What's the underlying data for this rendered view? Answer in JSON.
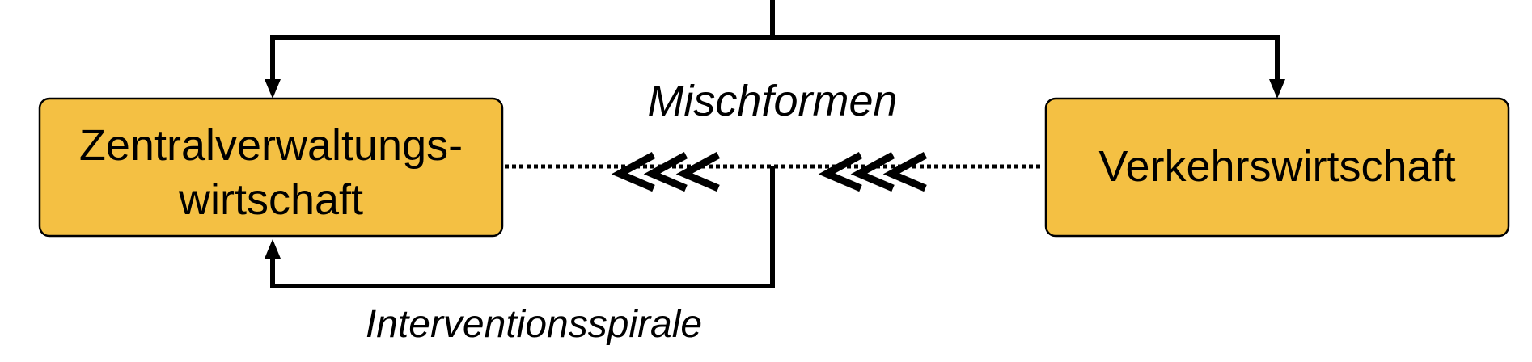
{
  "colors": {
    "box_fill": "#F4C043",
    "box_stroke": "#000000",
    "line": "#000000",
    "background": "#ffffff"
  },
  "left_box": {
    "line1": "Zentralverwaltungs-",
    "line2": "wirtschaft"
  },
  "right_box": {
    "label": "Verkehrswirtschaft"
  },
  "labels": {
    "mischformen": "Mischformen",
    "interventionsspirale": "Interventionsspirale"
  },
  "arrows": {
    "chevron_group_count": 2,
    "chevrons_per_group": 3,
    "direction": "left"
  }
}
